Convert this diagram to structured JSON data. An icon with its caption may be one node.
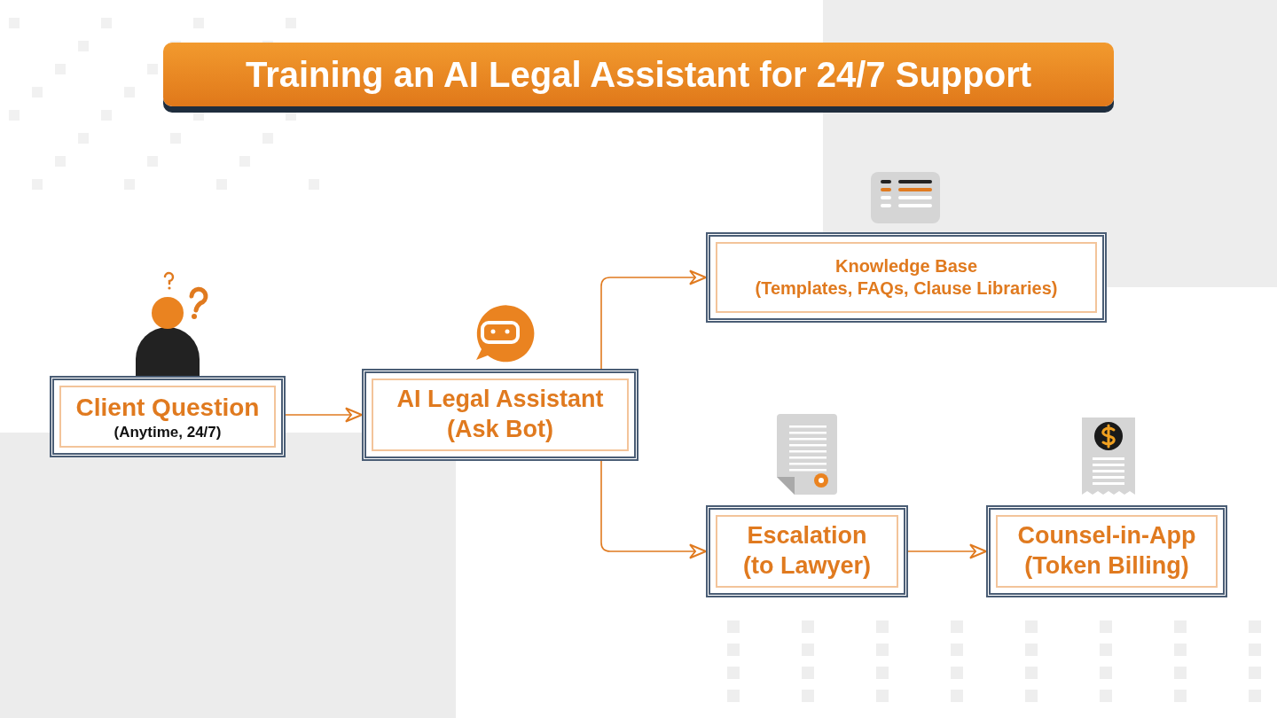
{
  "diagram": {
    "title": "Training an AI Legal Assistant for 24/7 Support",
    "nodes": [
      {
        "text": [
          "Client Question",
          "(Anytime, 24/7)"
        ]
      },
      {
        "text": [
          "AI Legal Assistant",
          "(Ask Bot)"
        ]
      },
      {
        "text": [
          "Knowledge Base",
          "(Templates, FAQs, Clause Libraries)"
        ]
      },
      {
        "text": [
          "Escalation",
          "(to Lawyer)"
        ]
      },
      {
        "text": [
          "Counsel-in-App",
          "(Token Billing)"
        ]
      }
    ],
    "edges": [
      {
        "from": 0,
        "to": 1,
        "arrow": "to"
      },
      {
        "from": 1,
        "to": 2,
        "arrow": "to"
      },
      {
        "from": 1,
        "to": 3,
        "arrow": "to"
      },
      {
        "from": 3,
        "to": 4,
        "arrow": "to"
      }
    ]
  }
}
